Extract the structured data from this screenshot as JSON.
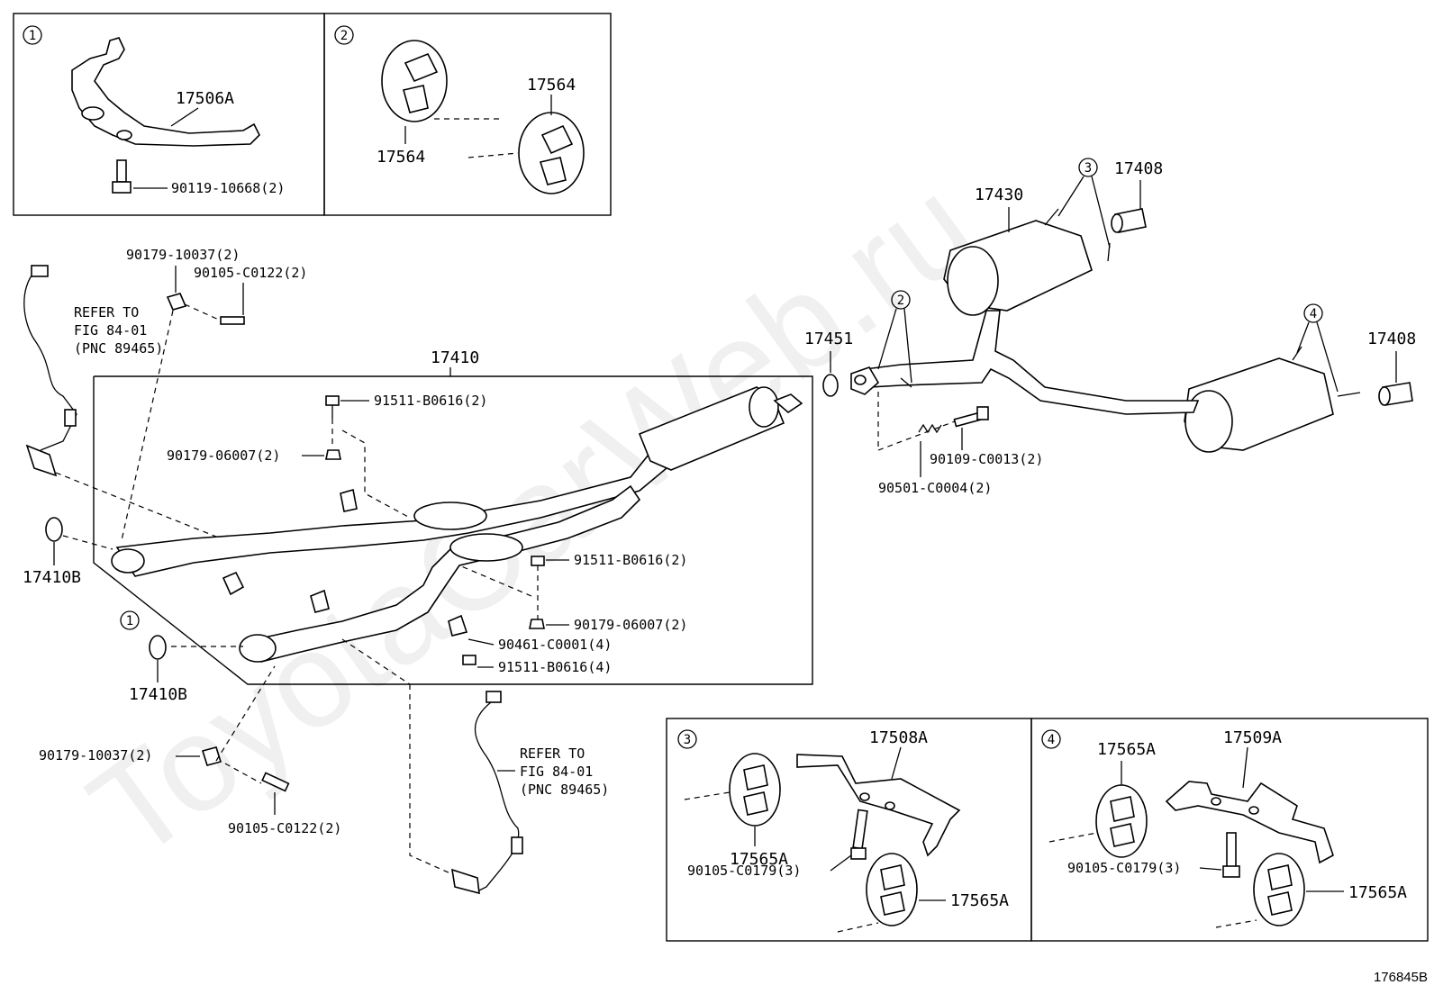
{
  "watermark": "ToyotaCarWeb.ru",
  "figure_id": "176845B",
  "insets": [
    {
      "id": "1",
      "labels": {
        "bracket": "17506A",
        "bolt": "90119-10668(2)"
      }
    },
    {
      "id": "2",
      "labels": {
        "hanger_a": "17564",
        "hanger_b": "17564"
      }
    },
    {
      "id": "3",
      "labels": {
        "bracket": "17508A",
        "hanger_a": "17565A",
        "hanger_b": "17565A",
        "bolt": "90105-C0179(3)"
      }
    },
    {
      "id": "4",
      "labels": {
        "bracket": "17509A",
        "hanger_a": "17565A",
        "hanger_b": "17565A",
        "bolt": "90105-C0179(3)"
      }
    }
  ],
  "callouts": {
    "c1": "1",
    "c2": "2",
    "c3": "3",
    "c4": "4"
  },
  "labels": {
    "front_pipe": "17410",
    "gasket_left": "17410B",
    "gasket_lower": "17410B",
    "tail_pipe": "17430",
    "gasket_rear": "17451",
    "tip_a": "17408",
    "tip_b": "17408",
    "nut_a": "90179-10037(2)",
    "bolt_a": "90105-C0122(2)",
    "nut_b": "90179-10037(2)",
    "bolt_b": "90105-C0122(2)",
    "bolt_c": "91511-B0616(2)",
    "nut_c": "90179-06007(2)",
    "bolt_d": "91511-B0616(2)",
    "nut_d": "90179-06007(2)",
    "clamp": "90461-C0001(4)",
    "bolt_e": "91511-B0616(4)",
    "bolt_f": "90109-C0013(2)",
    "spring": "90501-C0004(2)"
  },
  "refer_upper": {
    "line1": "REFER TO",
    "line2": "FIG 84-01",
    "line3": "(PNC 89465)"
  },
  "refer_lower": {
    "line1": "REFER TO",
    "line2": "FIG 84-01",
    "line3": "(PNC 89465)"
  }
}
